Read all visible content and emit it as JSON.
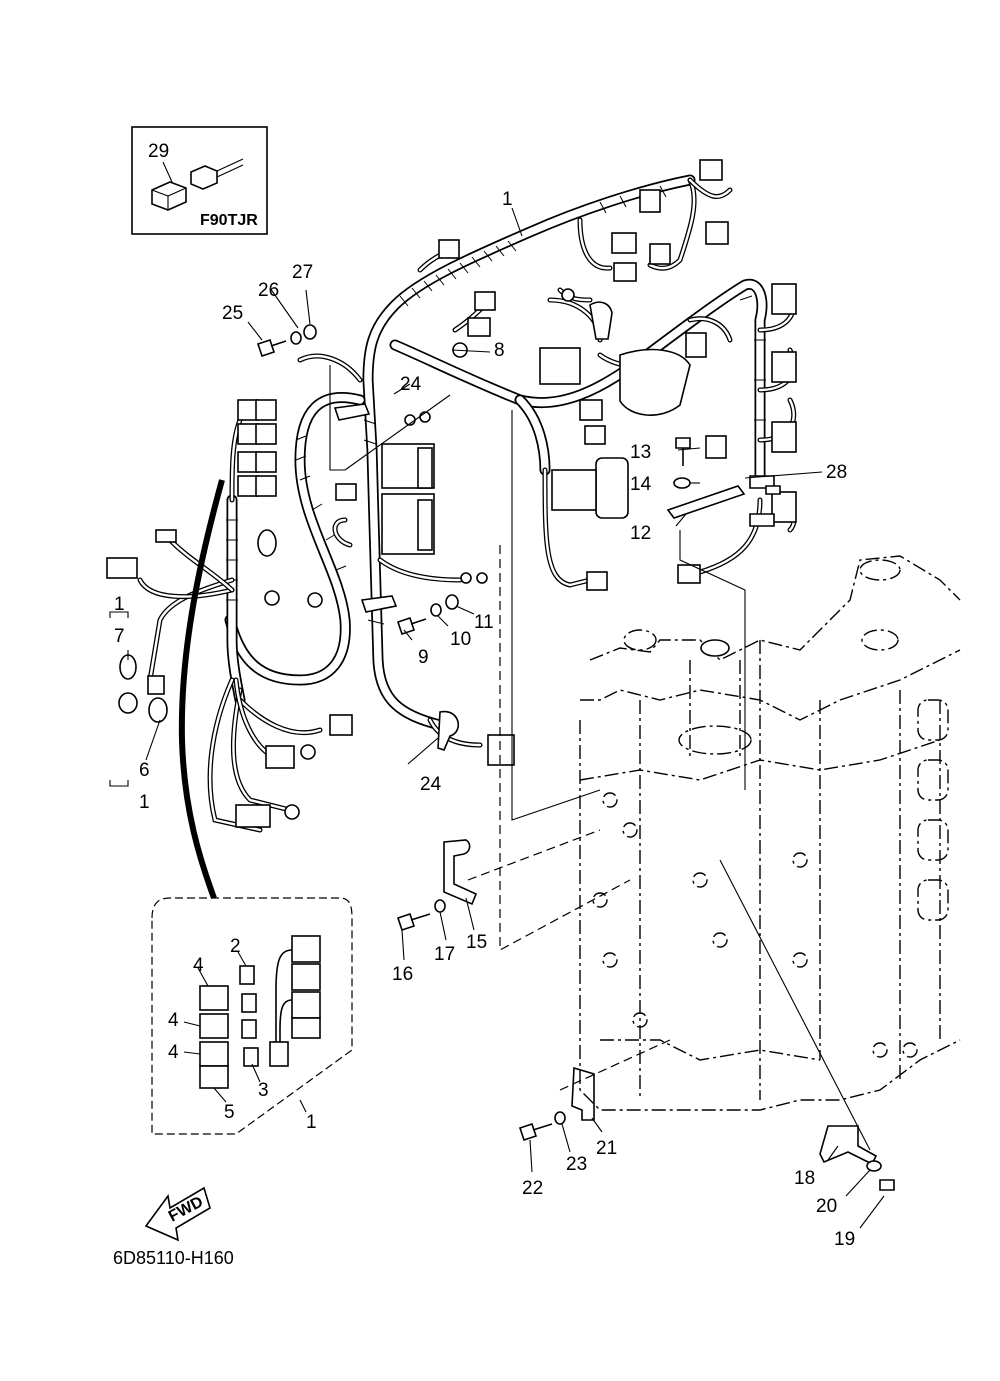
{
  "inset": {
    "part_number": "29",
    "model": "F90TJR"
  },
  "relay_box": {
    "parts": [
      "2",
      "4",
      "4",
      "4",
      "3",
      "5",
      "1"
    ]
  },
  "callouts": {
    "c1": "1",
    "c1_left_top": "1",
    "c7": "7",
    "c6": "6",
    "c1_left_bottom": "1",
    "c8": "8",
    "c9": "9",
    "c10": "10",
    "c11": "11",
    "c12": "12",
    "c13": "13",
    "c14": "14",
    "c15": "15",
    "c16": "16",
    "c17": "17",
    "c18": "18",
    "c19": "19",
    "c20": "20",
    "c21": "21",
    "c22": "22",
    "c23": "23",
    "c24_top": "24",
    "c24_bottom": "24",
    "c25": "25",
    "c26": "26",
    "c27": "27",
    "c28": "28"
  },
  "fwd_arrow": "FWD",
  "diagram_code": "6D85110-H160"
}
